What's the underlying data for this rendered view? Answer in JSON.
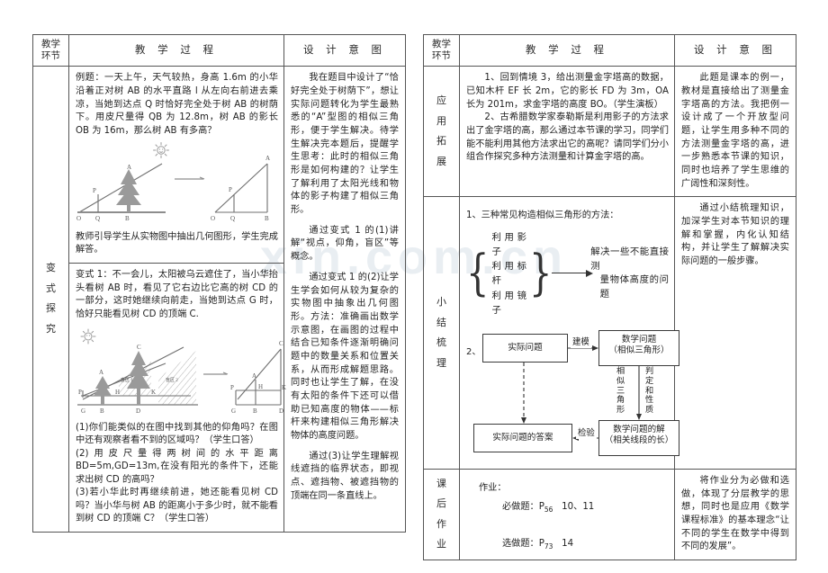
{
  "watermark": "xin.com.cn",
  "tables": {
    "headers": {
      "stage": "教学\n环节",
      "process": "教 学 过 程",
      "intent": "设 计 意 图"
    },
    "header_stage_line1": "教学",
    "header_stage_line2": "环节",
    "header_process": "教 学 过 程",
    "header_intent": "设 计 意 图"
  },
  "left": {
    "row1": {
      "stage": "",
      "process": {
        "example": "例题：一天上午，天气较热，身高 1.6m 的小华沿着正对树 AB 的水平直路 l 从左向右前进去乘凉，当她到达点 Q 时恰好完全处于树 AB 的树荫下。用皮尺量得 QB 为 12.8m，树 AB 的影长 OB 为 16m，那么树 AB 有多高？",
        "fig1_labels": {
          "A": "A",
          "P": "P",
          "O": "O",
          "Q": "Q",
          "B": "B"
        },
        "after_fig": "教师引导学生从实物图中抽出几何图形，学生完成解答。"
      },
      "intent": [
        "我在题目中设计了“恰好完全处于树荫下”，想让实际问题转化为学生最熟悉的“A”型图的相似三角形，便于学生解决。待学生解决完本题后，提醒学生思考：此时的相似三角形是如何构建的？让学生了解利用了太阳光线和物体的影子构建了相似三角形。",
        "通过变式 1 的(1)讲解“视点，仰角，盲区”等概念。",
        "通过变式 1 的(2)让学生学会如何从较为复杂的实物图中抽象出几何图形。方法：准确画出数学示意图，在画图的过程中结合已知条件逐渐明确问题中的数量关系和位置关系，从而形成解题思路。同时也让学生了解，在没有太阳的条件下还可以借助已知高度的物体——标杆来构建相似三角形解决物体的高度问题。",
        "通过(3)让学生理解视线遮挡的临界状态，即视点、遮挡物、被遮挡物的顶端在同一条直线上。"
      ]
    },
    "row2": {
      "stage": "变式探究",
      "stage_chars": [
        "变",
        "式",
        "探",
        "究"
      ],
      "process": {
        "variant1": "变式 1：不一会儿，太阳被乌云遮住了，当小华抬头看树 AB 时，看见了它右边比它高的树 CD 的一部分，这时她继续向前走，当她到达点 G 时，恰好只能看见树 CD 的顶端 C.",
        "fig2_labels": {
          "C": "C",
          "A": "A",
          "P": "P",
          "H": "H",
          "K": "K",
          "G": "G",
          "B": "B",
          "D": "D"
        },
        "fig2_region_labels": [
          "盲区 1",
          "盲区 2"
        ],
        "q1": "(1)你们能类似的在图中找到其他的仰角吗？在图中还有观察者看不到的区域吗？（学生口答）",
        "q2": "(2)用皮尺量得两树间的水平距离 BD=5m,GD=13m,在没有阳光的条件下，还能求出树 CD 的高吗？",
        "q3": "(3)若小华此时再继续前进，她还能看见树 CD 吗？当小华与树 AB 的距离小于多少时，就不能看到树 CD 的顶端 C？（学生口答）"
      }
    }
  },
  "right": {
    "row1": {
      "stage": "应用拓展",
      "stage_chars": [
        "应",
        "用",
        "拓",
        "展"
      ],
      "process": [
        "1、回到情境 3，给出测量金字塔高的数据，已知木杆 EF 长 2m，它的影长 FD 为 3m，OA 长为 201m，求金字塔的高度 BO。（学生演板）",
        "2、古希腊数学家泰勒斯是利用影子的方法求出了金字塔的高，那么通过本节课的学习，同学们能不能利用其他方法求出它的高呢？请同学们分小组合作探究多种方法测量和计算金字塔的高。"
      ],
      "intent": "此题是课本的例一，教材是直接给出了测量金字塔高的方法。我把例一设计成了一个开放型问题，让学生用多种不同的方法测量金字塔的高，进一步熟悉本节课的知识，同时也培养了学生思维的广阔性和深刻性。"
    },
    "row2": {
      "stage": "小结梳理",
      "stage_chars": [
        "小",
        "结",
        "梳",
        "理"
      ],
      "heading1": "1、三种常见构造相似三角形的方法：",
      "brace_items": [
        "利用影子",
        "利用标杆",
        "利用镜子"
      ],
      "brace_target_line1": "解决一些不能直接测",
      "brace_target_line2": "量物体高度的问题",
      "item2_marker": "2、",
      "flow": {
        "box1": "实际问题",
        "box2_line1": "数学问题",
        "box2_line2": "（相似三角形）",
        "box3": "实际问题的答案",
        "box4_line1": "数学问题的解",
        "box4_line2": "（相关线段的长）",
        "arrow_top": "建模",
        "arrow_bottom": "检验",
        "side_left_chars": [
          "相",
          "似",
          "三",
          "角",
          "形"
        ],
        "side_right_chars": [
          "判",
          "定",
          "和",
          "性",
          "质"
        ]
      },
      "intent": "通过小结梳理知识，加深学生对本节知识的理解和掌握，内化认知结构，并让学生了解解决实际问题的一般步骤。"
    },
    "row3": {
      "stage": "课后作业",
      "stage_chars": [
        "课",
        "后",
        "作",
        "业"
      ],
      "label": "作业：",
      "required_prefix": "必做题：P",
      "required_sub": "56",
      "required_items": "10、11",
      "optional_prefix": "选做题：P",
      "optional_sub": "73",
      "optional_items": "14",
      "intent": "将作业分为必做和选做，体现了分层教学的思想，同时也是应用《数学课程标准》的基本理念“让不同的学生在数学中得到不同的发展”。"
    }
  },
  "colors": {
    "border": "#555555",
    "text": "#222222",
    "figure_gray": "#8d8d8d",
    "watermark": "#e9eef2"
  }
}
